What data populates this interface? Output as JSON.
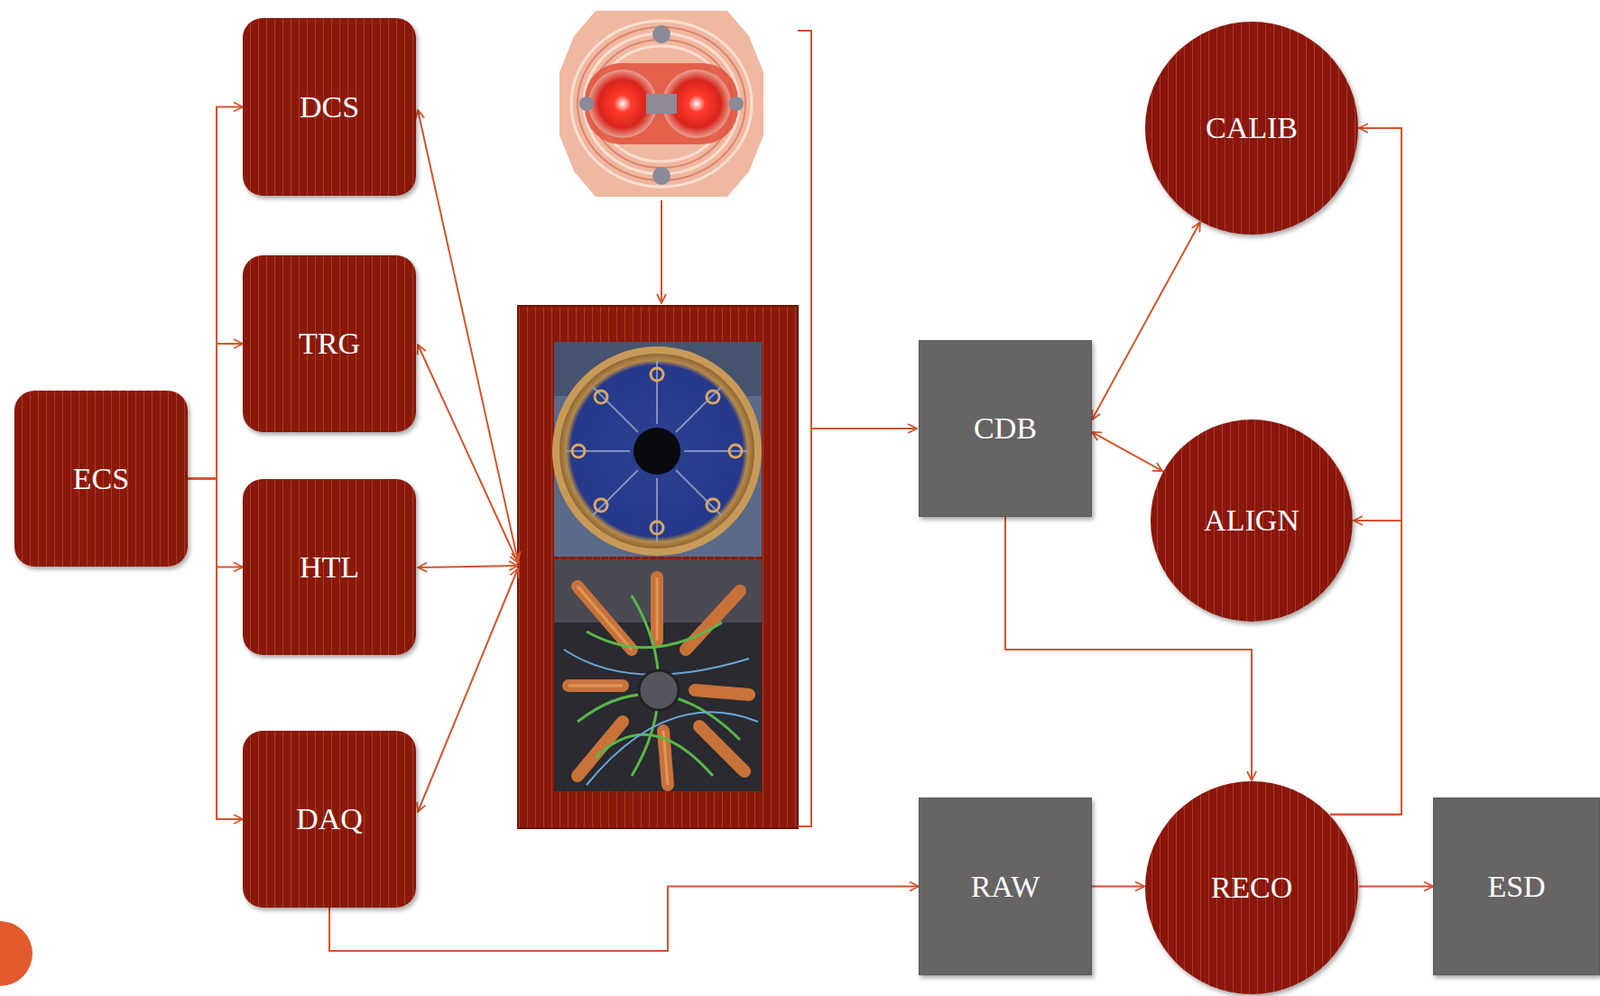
{
  "diagram": {
    "nodes": [
      {
        "text": [
          "ECS"
        ]
      },
      {
        "text": [
          "DCS"
        ]
      },
      {
        "text": [
          "TRG"
        ]
      },
      {
        "text": [
          "HTL"
        ]
      },
      {
        "text": [
          "DAQ"
        ]
      },
      {
        "text": [
          "CDB"
        ]
      },
      {
        "text": [
          "CALIB"
        ]
      },
      {
        "text": [
          "ALIGN"
        ]
      },
      {
        "text": [
          "RAW"
        ]
      },
      {
        "text": [
          "RECO"
        ]
      },
      {
        "text": [
          "ESD"
        ]
      }
    ],
    "edges": [
      {
        "from": 0,
        "to": 1,
        "arrow": "to"
      },
      {
        "from": 0,
        "to": 2,
        "arrow": "to"
      },
      {
        "from": 0,
        "to": 3,
        "arrow": "to"
      },
      {
        "from": 0,
        "to": 4,
        "arrow": "to"
      },
      {
        "from": 4,
        "to": 8,
        "arrow": "to"
      },
      {
        "from": 8,
        "to": 9,
        "arrow": "to"
      },
      {
        "from": 9,
        "to": 10,
        "arrow": "to"
      },
      {
        "from": 5,
        "to": 9,
        "arrow": "to"
      },
      {
        "from": 5,
        "to": 6,
        "arrow": "both"
      },
      {
        "from": 5,
        "to": 7,
        "arrow": "both"
      },
      {
        "from": 9,
        "to": 6,
        "arrow": "to"
      },
      {
        "from": 9,
        "to": 7,
        "arrow": "to"
      }
    ]
  }
}
